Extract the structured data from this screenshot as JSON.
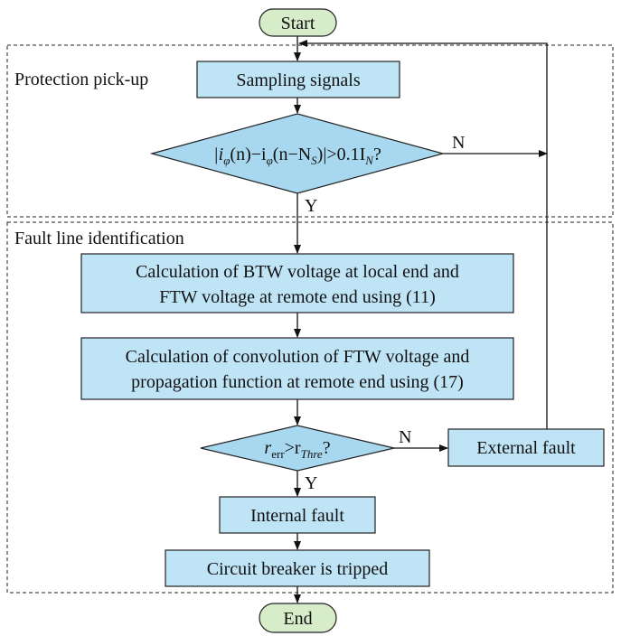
{
  "nodes": {
    "start": "Start",
    "sampling": "Sampling signals",
    "cond1": {
      "a": "|i",
      "sub1": "φ",
      "b": "(n)−i",
      "sub2": "φ",
      "c": "(n−N",
      "sub3": "S",
      "d": ")|>0.1I",
      "sub4": "N",
      "e": "?"
    },
    "calc1": [
      "Calculation of BTW voltage at local end and",
      "FTW voltage at remote end using (11)"
    ],
    "calc2": [
      "Calculation of convolution of FTW voltage and",
      "propagation function at remote end using (17)"
    ],
    "cond2": {
      "a": "r",
      "sub1": "err",
      "b": ">r",
      "sub2": "Thre",
      "c": "?"
    },
    "external": "External fault",
    "internal": "Internal fault",
    "breaker": "Circuit breaker is tripped",
    "end": "End"
  },
  "groups": {
    "pickup": "Protection pick-up",
    "identification": "Fault line identification"
  },
  "edge_labels": {
    "n1": "N",
    "y1": "Y",
    "n2": "N",
    "y2": "Y"
  },
  "colors": {
    "box": "#bfe4f6",
    "diamond": "#a8d8ef",
    "terminal": "#d7ecc8"
  }
}
